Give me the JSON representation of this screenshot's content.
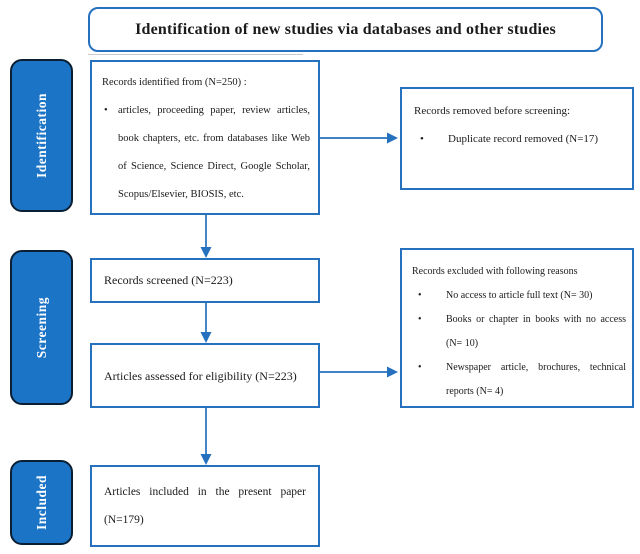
{
  "title": "Identification of new studies via databases and other studies",
  "sidebar": {
    "stages": [
      {
        "label": "Identification"
      },
      {
        "label": "Screening"
      },
      {
        "label": "Included"
      }
    ]
  },
  "flow": {
    "identified": {
      "heading": "Records identified from (N=250) :",
      "bullets": [
        "articles, proceeding paper, review articles, book chapters, etc. from databases like Web of Science, Science Direct, Google Scholar, Scopus/Elsevier, BIOSIS, etc."
      ]
    },
    "removed": {
      "heading": "Records removed before screening:",
      "bullets": [
        "Duplicate record removed (N=17)"
      ]
    },
    "screened": {
      "text": "Records screened (N=223)"
    },
    "excluded": {
      "heading": "Records excluded with following reasons",
      "bullets": [
        "No access to article full text (N= 30)",
        "Books or chapter in books with no access (N= 10)",
        "Newspaper article, brochures, technical reports (N= 4)"
      ]
    },
    "eligibility": {
      "text": "Articles assessed for eligibility (N=223)"
    },
    "included": {
      "text": "Articles included in the present paper (N=179)"
    }
  },
  "counts": {
    "identified": 250,
    "duplicates_removed": 17,
    "screened": 223,
    "excluded_no_access": 30,
    "excluded_books": 10,
    "excluded_newspaper": 4,
    "assessed": 223,
    "included": 179
  },
  "colors": {
    "accent": "#2571be",
    "tab_fill": "#1b74c5",
    "tab_border": "#0a1f33",
    "text": "#1b1b1b"
  }
}
